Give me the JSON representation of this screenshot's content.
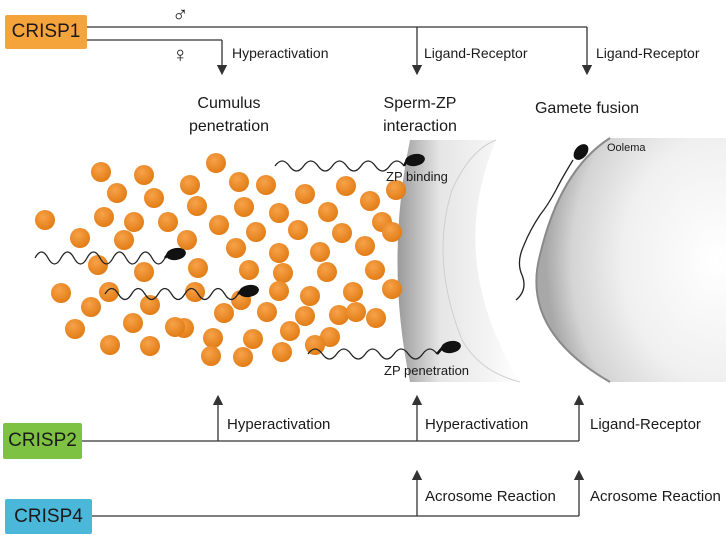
{
  "crisp1": {
    "label": "CRISP1",
    "color": "#f5a33b",
    "male_symbol": "♂",
    "female_symbol": "♀"
  },
  "crisp2": {
    "label": "CRISP2",
    "color": "#7dc243"
  },
  "crisp4": {
    "label": "CRISP4",
    "color": "#4bb7d9"
  },
  "top_labels": {
    "hyperactivation": "Hyperactivation",
    "ligand_receptor_1": "Ligand-Receptor",
    "ligand_receptor_2": "Ligand-Receptor"
  },
  "stages": {
    "cumulus_line1": "Cumulus",
    "cumulus_line2": "penetration",
    "zp_line1": "Sperm-ZP",
    "zp_line2": "interaction",
    "fusion": "Gamete fusion"
  },
  "annotations": {
    "zp_binding": "ZP binding",
    "zp_penetration": "ZP penetration",
    "oolema": "Oolema"
  },
  "crisp2_labels": {
    "hyperactivation_1": "Hyperactivation",
    "hyperactivation_2": "Hyperactivation",
    "ligand_receptor": "Ligand-Receptor"
  },
  "crisp4_labels": {
    "acrosome_1": "Acrosome Reaction",
    "acrosome_2": "Acrosome Reaction"
  },
  "colors": {
    "cumulus_cell": "#f28c1e",
    "cumulus_cell_dark": "#d86f0a",
    "line": "#333333",
    "sperm": "#111111"
  }
}
